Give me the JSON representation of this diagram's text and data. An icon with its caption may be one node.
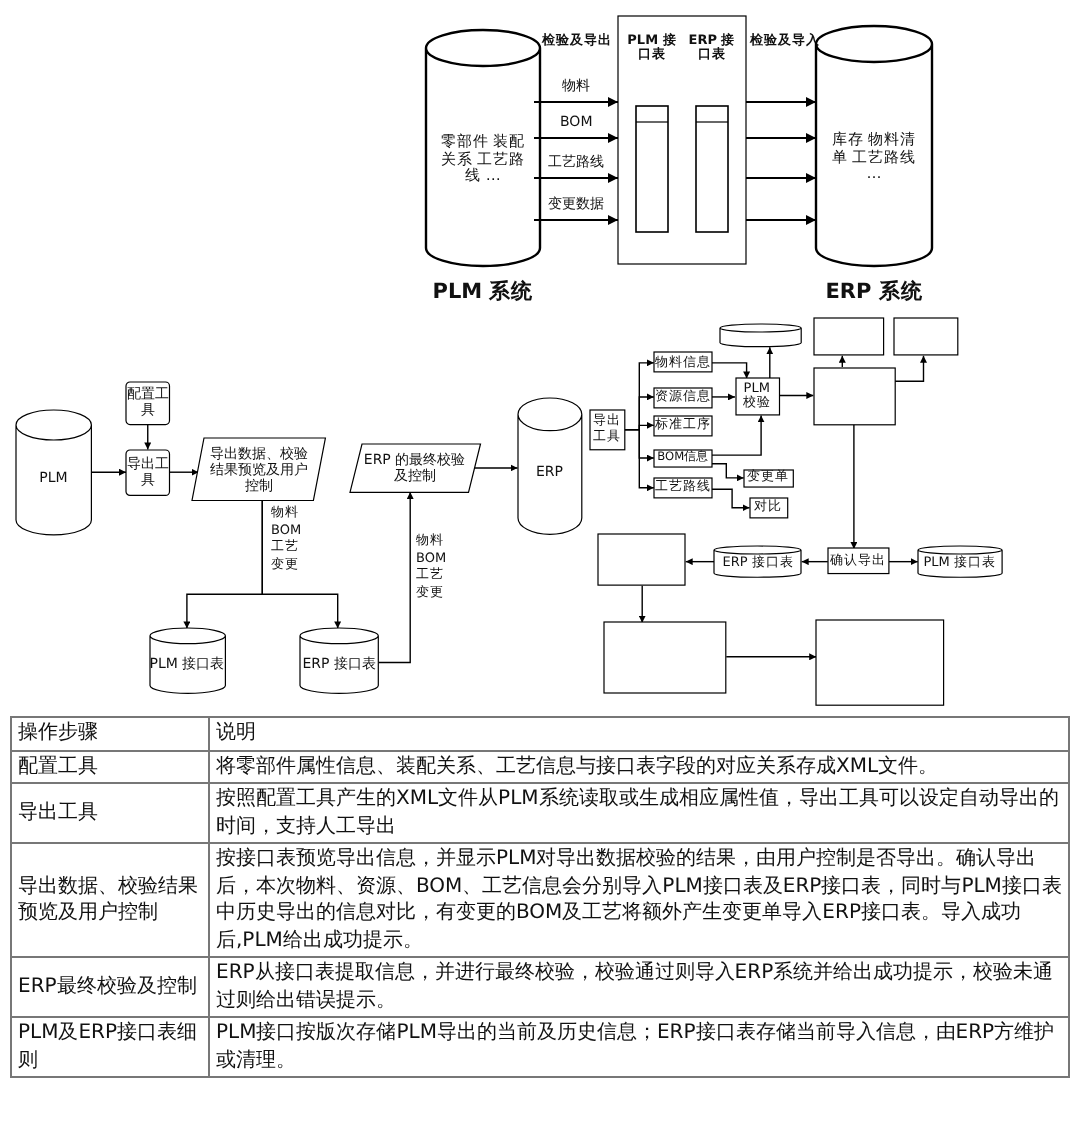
{
  "diagram": {
    "nodes": [
      {
        "text": [
          "零部件 装配关系 工艺路线 …",
          "PLM 系统"
        ]
      },
      {
        "text": [],
        "shape": "box"
      },
      {
        "text": [
          "PLM 接口表"
        ],
        "in": 1
      },
      {
        "text": [
          "ERP 接口表"
        ],
        "in": 1
      },
      {
        "text": [
          "库存 物料清单 工艺路线 …",
          "ERP 系统"
        ]
      },
      {
        "text": [
          "PLM"
        ]
      },
      {
        "text": [
          "配置工具"
        ]
      },
      {
        "text": [
          "导出工具"
        ]
      },
      {
        "text": [
          "导出数据、校验结果预览及用户控制"
        ]
      },
      {
        "text": [
          "PLM 接口表"
        ]
      },
      {
        "text": [
          "ERP 接口表"
        ]
      },
      {
        "text": [
          "ERP 的最终校验及控制"
        ]
      },
      {
        "text": [
          "ERP"
        ]
      },
      {
        "text": [
          "导出工具"
        ]
      },
      {
        "text": [
          "物料信息"
        ]
      },
      {
        "text": [
          "资源信息"
        ]
      },
      {
        "text": [
          "标准工序"
        ]
      },
      {
        "text": [
          "BOM信息"
        ]
      },
      {
        "text": [
          "工艺路线"
        ]
      },
      {
        "text": [
          "PLM 校验"
        ]
      },
      {
        "text": [
          "变更单"
        ]
      },
      {
        "text": [
          "对比"
        ]
      },
      {
        "text": [],
        "shape": "box"
      },
      {
        "text": [],
        "shape": "box"
      },
      {
        "text": [],
        "shape": "box"
      },
      {
        "text": [
          "确认导出"
        ]
      },
      {
        "text": [
          "ERP 接口表"
        ]
      },
      {
        "text": [
          "PLM 接口表"
        ]
      },
      {
        "text": [],
        "shape": "box"
      },
      {
        "text": [],
        "shape": "box"
      },
      {
        "text": [],
        "shape": "box"
      },
      {
        "text": [],
        "shape": "cylinder"
      }
    ],
    "edges": [
      {
        "from": 0,
        "to": 1,
        "arrow": "to",
        "label": "物料"
      },
      {
        "from": 0,
        "to": 1,
        "arrow": "to",
        "label": "BOM"
      },
      {
        "from": 0,
        "to": 1,
        "arrow": "to",
        "label": "工艺路线"
      },
      {
        "from": 0,
        "to": 1,
        "arrow": "to",
        "label": "变更数据"
      },
      {
        "from": 1,
        "to": 4,
        "arrow": "to"
      },
      {
        "from": 1,
        "to": 4,
        "arrow": "to"
      },
      {
        "from": 1,
        "to": 4,
        "arrow": "to"
      },
      {
        "from": 1,
        "to": 4,
        "arrow": "to"
      },
      {
        "from": 5,
        "to": 7,
        "arrow": "to"
      },
      {
        "from": 6,
        "to": 7,
        "arrow": "to"
      },
      {
        "from": 7,
        "to": 8,
        "arrow": "to"
      },
      {
        "from": 8,
        "to": 9,
        "arrow": "to"
      },
      {
        "from": 8,
        "to": 10,
        "arrow": "to"
      },
      {
        "from": 10,
        "to": 11,
        "arrow": "to"
      },
      {
        "from": 11,
        "to": 12,
        "arrow": "to"
      },
      {
        "from": 13,
        "to": 14,
        "arrow": "to"
      },
      {
        "from": 13,
        "to": 15,
        "arrow": "to"
      },
      {
        "from": 13,
        "to": 16,
        "arrow": "to"
      },
      {
        "from": 13,
        "to": 17,
        "arrow": "to"
      },
      {
        "from": 13,
        "to": 18,
        "arrow": "to"
      },
      {
        "from": 14,
        "to": 19,
        "arrow": "to"
      },
      {
        "from": 15,
        "to": 19,
        "arrow": "to"
      },
      {
        "from": 17,
        "to": 19,
        "arrow": "to"
      },
      {
        "from": 17,
        "to": 20,
        "arrow": "to"
      },
      {
        "from": 18,
        "to": 21,
        "arrow": "to"
      },
      {
        "from": 19,
        "to": 31,
        "arrow": "to"
      },
      {
        "from": 19,
        "to": 22,
        "arrow": "to"
      },
      {
        "from": 22,
        "to": 23,
        "arrow": "to"
      },
      {
        "from": 22,
        "to": 24,
        "arrow": "to"
      },
      {
        "from": 22,
        "to": 25,
        "arrow": "to"
      },
      {
        "from": 25,
        "to": 26,
        "arrow": "to"
      },
      {
        "from": 25,
        "to": 27,
        "arrow": "to"
      },
      {
        "from": 26,
        "to": 28,
        "arrow": "to"
      },
      {
        "from": 28,
        "to": 29,
        "arrow": "to"
      },
      {
        "from": 29,
        "to": 30,
        "arrow": "to"
      }
    ],
    "labels": [
      "检验及导出",
      "检验及导入",
      "物料",
      "BOM",
      "工艺",
      "变更",
      "物料",
      "BOM",
      "工艺",
      "变更",
      "操作步骤",
      "说明",
      "配置工具",
      "将零部件属性信息、装配关系、工艺信息与接口表字段的对应关系存成XML文件。",
      "导出工具",
      "按照配置工具产生的XML文件从PLM系统读取或生成相应属性值，导出工具可以设定自动导出的时间，支持人工导出",
      "导出数据、校验结果预览及用户控制",
      "按接口表预览导出信息，并显示PLM对导出数据校验的结果，由用户控制是否导出。确认导出后，本次物料、资源、BOM、工艺信息会分别导入PLM接口表及ERP接口表，同时与PLM接口表中历史导出的信息对比，有变更的BOM及工艺将额外产生变更单导入ERP接口表。导入成功后,PLM给出成功提示。",
      "ERP最终校验及控制",
      "ERP从接口表提取信息，并进行最终校验，校验通过则导入ERP系统并给出成功提示，校验未通过则给出错误提示。",
      "PLM及ERP接口表细则",
      "PLM接口按版次存储PLM导出的当前及历史信息；ERP接口表存储当前导入信息，由ERP方维护或清理。"
    ]
  }
}
